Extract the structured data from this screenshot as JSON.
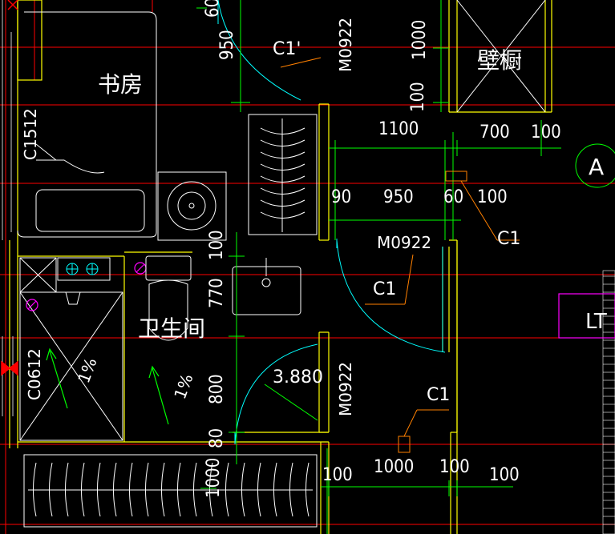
{
  "rooms": {
    "study": "书房",
    "bathroom": "卫生间",
    "wardrobe": "壁橱"
  },
  "labels": {
    "c1_prime": "C1'",
    "c1_a": "C1",
    "c1_b": "C1",
    "c1_c": "C1",
    "c1512": "C1512",
    "c0612": "C0612",
    "m0922_a": "M0922",
    "m0922_b": "M0922",
    "m0922_c": "M0922",
    "elevation": "3.880",
    "slope_a": "1%",
    "slope_b": "1%",
    "axis_a": "A",
    "lt": "LT"
  },
  "dimensions": {
    "d950_top": "950",
    "d60_top": "60",
    "d1000_top": "1000",
    "d100_top": "100",
    "d1100": "1100",
    "d700": "700",
    "d100_r": "100",
    "d90": "90",
    "d950_mid": "950",
    "d60_mid": "60",
    "d100_mid": "100",
    "d100_v": "100",
    "d770": "770",
    "d800": "800",
    "d80": "80",
    "d100_b1": "100",
    "d1000_b": "1000",
    "d100_b2": "100",
    "d100_b3": "100",
    "d1000_v": "1000"
  },
  "colors": {
    "background": "#000000",
    "wall": "#ffff00",
    "axis": "#ff0000",
    "dimension": "#00ff00",
    "door": "#00ffff",
    "furniture": "#ffffff",
    "window_tag": "#ff8000",
    "lt_box": "#ff00ff"
  }
}
